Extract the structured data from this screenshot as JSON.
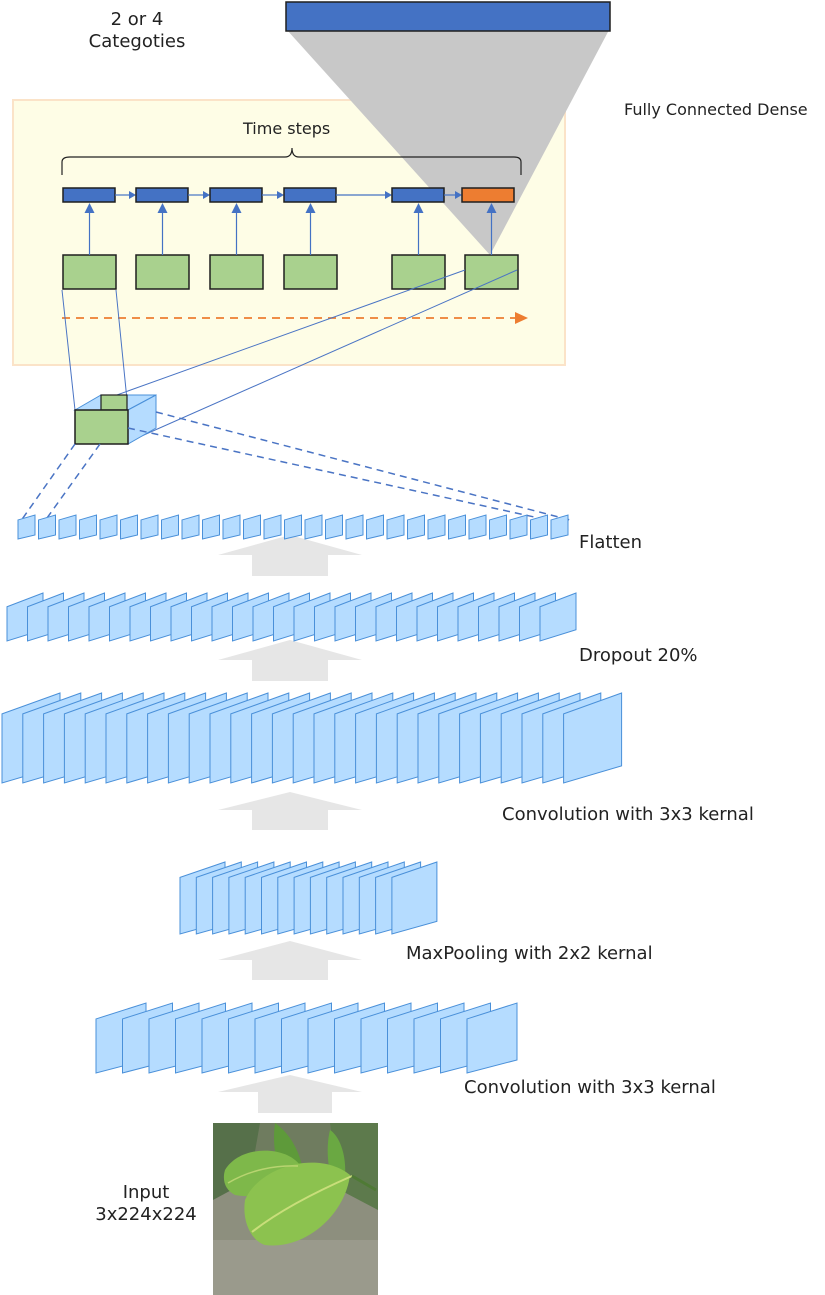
{
  "labels": {
    "categories_line1": "2 or 4",
    "categories_line2": "Categoties",
    "fully_connected": "Fully Connected Dense",
    "time_steps": "Time steps",
    "flatten": "Flatten",
    "dropout": "Dropout 20%",
    "conv2": "Convolution with 3x3 kernal",
    "maxpool": "MaxPooling with 2x2 kernal",
    "conv1": "Convolution with 3x3 kernal",
    "input_line1": "Input",
    "input_line2": "3x224x224"
  },
  "colors": {
    "feature_map_fill": "#b5dcff",
    "feature_map_stroke": "#4a90d9",
    "rnn_cell_fill": "#4472c4",
    "rnn_output_fill": "#ed7d31",
    "cnn_output_fill": "#a9d18e",
    "lstm_panel_fill": "#fefde6",
    "lstm_panel_stroke": "#fbe3c8",
    "dense_fill": "#4472c4",
    "projection_fill": "#c8c8c8",
    "arrow_fill": "#e6e6e6",
    "dashed_arrow": "#ed7d31"
  },
  "counts": {
    "flatten_maps": 27,
    "dropout_maps": 27,
    "conv2_maps": 28,
    "maxpool_maps": 14,
    "conv1_maps": 15,
    "time_steps": 6
  }
}
